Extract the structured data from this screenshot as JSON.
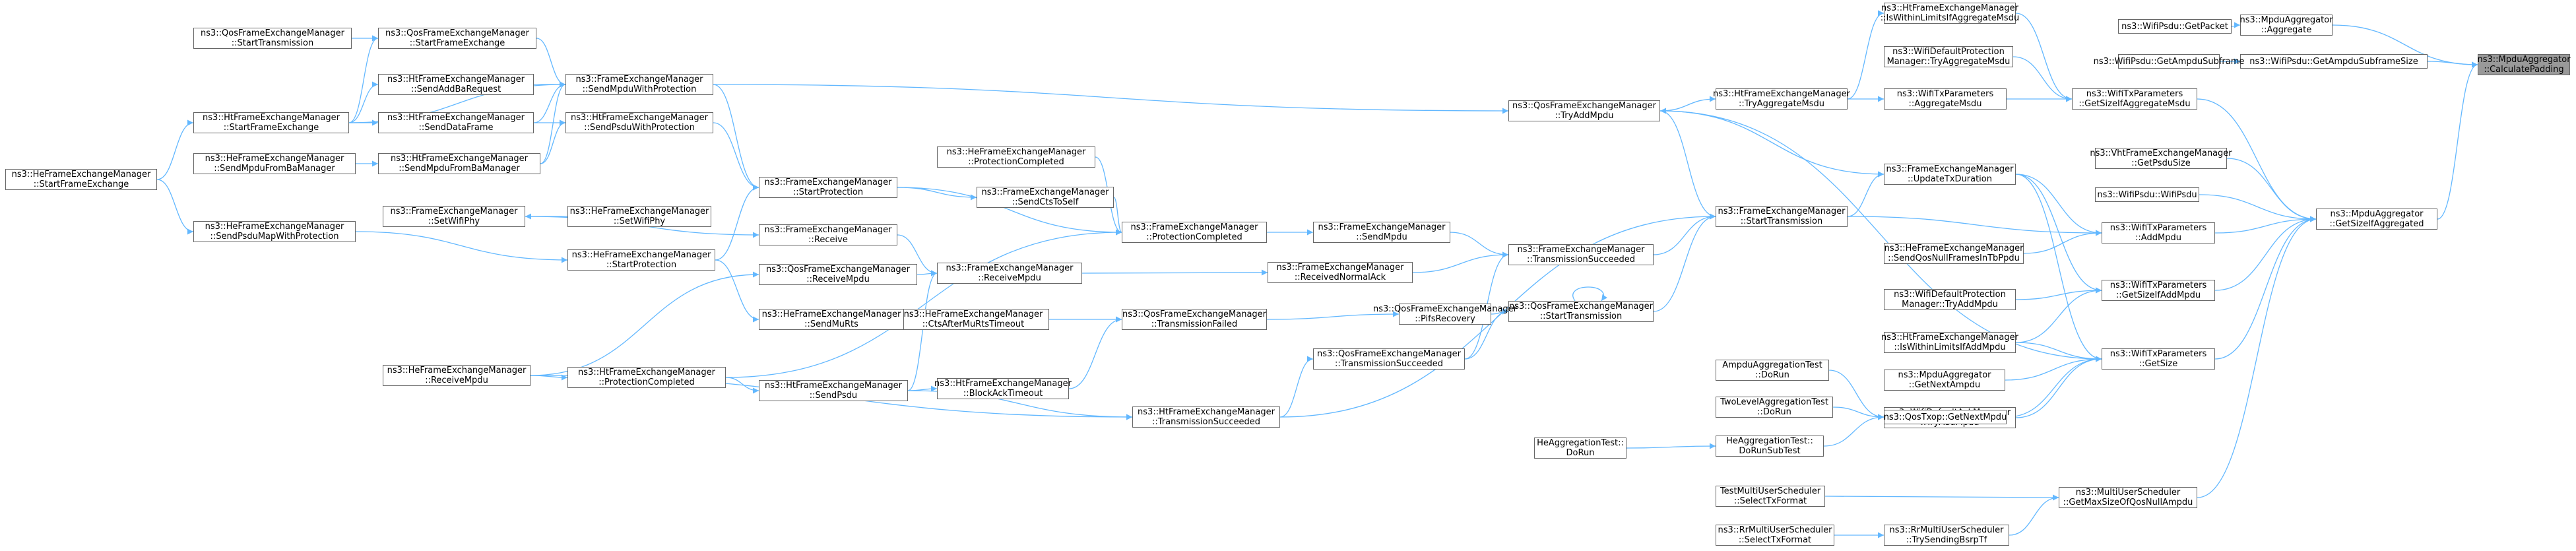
{
  "diagram": {
    "type": "call-graph",
    "accent_color": "#63b8ff",
    "root_fill": "#999999",
    "nodes": [
      {
        "id": "root",
        "lines": [
          "ns3::MpduAggregator",
          "::CalculatePadding"
        ],
        "root": true
      },
      {
        "id": "agg",
        "lines": [
          "ns3::MpduAggregator",
          "::Aggregate"
        ]
      },
      {
        "id": "getAmpduSize",
        "lines": [
          "ns3::WifiPsdu::GetAmpduSubframeSize"
        ]
      },
      {
        "id": "getSizeIfAgg",
        "lines": [
          "ns3::MpduAggregator",
          "::GetSizeIfAggregated"
        ]
      },
      {
        "id": "getPacket",
        "lines": [
          "ns3::WifiPsdu::GetPacket"
        ]
      },
      {
        "id": "getAmpduSub",
        "lines": [
          "ns3::WifiPsdu::GetAmpduSubframe"
        ]
      },
      {
        "id": "isWithin",
        "lines": [
          "ns3::HtFrameExchangeManager",
          "::IsWithinLimitsIfAggregateMsdu"
        ]
      },
      {
        "id": "wdpTryAgg",
        "lines": [
          "ns3::WifiDefaultProtection",
          "Manager::TryAggregateMsdu"
        ]
      },
      {
        "id": "getSizeIfAggMsdu",
        "lines": [
          "ns3::WifiTxParameters",
          "::GetSizeIfAggregateMsdu"
        ]
      },
      {
        "id": "aggMsdu",
        "lines": [
          "ns3::WifiTxParameters",
          "::AggregateMsdu"
        ]
      },
      {
        "id": "htTryAggMsdu",
        "lines": [
          "ns3::HtFrameExchangeManager",
          "::TryAggregateMsdu"
        ]
      },
      {
        "id": "vhtGetPsdu",
        "lines": [
          "ns3::VhtFrameExchangeManager",
          "::GetPsduSize"
        ]
      },
      {
        "id": "wifiPsdu",
        "lines": [
          "ns3::WifiPsdu::WifiPsdu"
        ]
      },
      {
        "id": "addMpdu",
        "lines": [
          "ns3::WifiTxParameters",
          "::AddMpdu"
        ]
      },
      {
        "id": "sendQosNull",
        "lines": [
          "ns3::HeFrameExchangeManager",
          "::SendQosNullFramesInTbPpdu"
        ]
      },
      {
        "id": "getSizeIfAddMpdu",
        "lines": [
          "ns3::WifiTxParameters",
          "::GetSizeIfAddMpdu"
        ]
      },
      {
        "id": "wdpTryAddMpdu",
        "lines": [
          "ns3::WifiDefaultProtection",
          "Manager::TryAddMpdu"
        ]
      },
      {
        "id": "isWithinAdd",
        "lines": [
          "ns3::HtFrameExchangeManager",
          "::IsWithinLimitsIfAddMpdu"
        ]
      },
      {
        "id": "getSize",
        "lines": [
          "ns3::WifiTxParameters",
          "::GetSize"
        ]
      },
      {
        "id": "mpduGetNext",
        "lines": [
          "ns3::MpduAggregator",
          "::GetNextAmpdu"
        ]
      },
      {
        "id": "wdaTryAdd",
        "lines": [
          "ns3::WifiDefaultAckManager",
          "::TryAddMpdu"
        ]
      },
      {
        "id": "qosGetNext",
        "lines": [
          "ns3::QosTxop::GetNextMpdu"
        ]
      },
      {
        "id": "ampduTest",
        "lines": [
          "AmpduAggregationTest",
          "::DoRun"
        ]
      },
      {
        "id": "twoLevel",
        "lines": [
          "TwoLevelAggregationTest",
          "::DoRun"
        ]
      },
      {
        "id": "heAggSub",
        "lines": [
          "HeAggregationTest::",
          "DoRunSubTest"
        ]
      },
      {
        "id": "heAggRun",
        "lines": [
          "HeAggregationTest::",
          "DoRun"
        ]
      },
      {
        "id": "getMaxSize",
        "lines": [
          "ns3::MultiUserScheduler",
          "::GetMaxSizeOfQosNullAmpdu"
        ]
      },
      {
        "id": "testMulti",
        "lines": [
          "TestMultiUserScheduler",
          "::SelectTxFormat"
        ]
      },
      {
        "id": "rrTrySend",
        "lines": [
          "ns3::RrMultiUserScheduler",
          "::TrySendingBsrpTf"
        ]
      },
      {
        "id": "rrSelect",
        "lines": [
          "ns3::RrMultiUserScheduler",
          "::SelectTxFormat"
        ]
      },
      {
        "id": "qosTryAddMpdu",
        "lines": [
          "ns3::QosFrameExchangeManager",
          "::TryAddMpdu"
        ]
      },
      {
        "id": "updateTx",
        "lines": [
          "ns3::FrameExchangeManager",
          "::UpdateTxDuration"
        ]
      },
      {
        "id": "startTx",
        "lines": [
          "ns3::FrameExchangeManager",
          "::StartTransmission"
        ]
      },
      {
        "id": "txSucceeded",
        "lines": [
          "ns3::FrameExchangeManager",
          "::TransmissionSucceeded"
        ]
      },
      {
        "id": "qosStartTx",
        "lines": [
          "ns3::QosFrameExchangeManager",
          "::StartTransmission"
        ]
      },
      {
        "id": "qosTxSucc",
        "lines": [
          "ns3::QosFrameExchangeManager",
          "::TransmissionSucceeded"
        ]
      },
      {
        "id": "pifs",
        "lines": [
          "ns3::QosFrameExchangeManager",
          "::PifsRecovery"
        ]
      },
      {
        "id": "htTxSucc",
        "lines": [
          "ns3::HtFrameExchangeManager",
          "::TransmissionSucceeded"
        ]
      },
      {
        "id": "sendMpdu",
        "lines": [
          "ns3::FrameExchangeManager",
          "::SendMpdu"
        ]
      },
      {
        "id": "protCompleted",
        "lines": [
          "ns3::FrameExchangeManager",
          "::ProtectionCompleted"
        ]
      },
      {
        "id": "recvNormalAck",
        "lines": [
          "ns3::FrameExchangeManager",
          "::ReceivedNormalAck"
        ]
      },
      {
        "id": "receiveMpdu",
        "lines": [
          "ns3::FrameExchangeManager",
          "::ReceiveMpdu"
        ]
      },
      {
        "id": "qosTxFailed",
        "lines": [
          "ns3::QosFrameExchangeManager",
          "::TransmissionFailed"
        ]
      },
      {
        "id": "htProtCompletedTop",
        "lines": [
          "ns3::HeFrameExchangeManager",
          "::ProtectionCompleted"
        ]
      },
      {
        "id": "sendCts",
        "lines": [
          "ns3::FrameExchangeManager",
          "::SendCtsToSelf"
        ]
      },
      {
        "id": "startProt",
        "lines": [
          "ns3::FrameExchangeManager",
          "::StartProtection"
        ]
      },
      {
        "id": "receive",
        "lines": [
          "ns3::FrameExchangeManager",
          "::Receive"
        ]
      },
      {
        "id": "ctsAfterMu",
        "lines": [
          "ns3::HeFrameExchangeManager",
          "::CtsAfterMuRtsTimeout"
        ]
      },
      {
        "id": "blockAck",
        "lines": [
          "ns3::HtFrameExchangeManager",
          "::BlockAckTimeout"
        ]
      },
      {
        "id": "sendMpduProt",
        "lines": [
          "ns3::FrameExchangeManager",
          "::SendMpduWithProtection"
        ]
      },
      {
        "id": "sendPsduProt",
        "lines": [
          "ns3::HtFrameExchangeManager",
          "::SendPsduWithProtection"
        ]
      },
      {
        "id": "qosRecvMpdu",
        "lines": [
          "ns3::QosFrameExchangeManager",
          "::ReceiveMpdu"
        ]
      },
      {
        "id": "sendMuRts",
        "lines": [
          "ns3::HeFrameExchangeManager",
          "::SendMuRts"
        ]
      },
      {
        "id": "htProtCompleted",
        "lines": [
          "ns3::HtFrameExchangeManager",
          "::ProtectionCompleted"
        ]
      },
      {
        "id": "htSendPsdu",
        "lines": [
          "ns3::HtFrameExchangeManager",
          "::SendPsdu"
        ]
      },
      {
        "id": "setWifiPhy",
        "lines": [
          "ns3::FrameExchangeManager",
          "::SetWifiPhy"
        ]
      },
      {
        "id": "heSetWifiPhy",
        "lines": [
          "ns3::HeFrameExchangeManager",
          "::SetWifiPhy"
        ]
      },
      {
        "id": "heStartProt",
        "lines": [
          "ns3::HeFrameExchangeManager",
          "::StartProtection"
        ]
      },
      {
        "id": "heRecvMpdu",
        "lines": [
          "ns3::HeFrameExchangeManager",
          "::ReceiveMpdu"
        ]
      },
      {
        "id": "qosStartFe",
        "lines": [
          "ns3::QosFrameExchangeManager",
          "::StartFrameExchange"
        ]
      },
      {
        "id": "qosStartTxOp",
        "lines": [
          "ns3::QosFrameExchangeManager",
          "::StartTransmission"
        ]
      },
      {
        "id": "sendAddBa",
        "lines": [
          "ns3::HtFrameExchangeManager",
          "::SendAddBaRequest"
        ]
      },
      {
        "id": "sendDataFrame",
        "lines": [
          "ns3::HtFrameExchangeManager",
          "::SendDataFrame"
        ]
      },
      {
        "id": "sendMpduFromBa",
        "lines": [
          "ns3::HtFrameExchangeManager",
          "::SendMpduFromBaManager"
        ]
      },
      {
        "id": "htStartFe",
        "lines": [
          "ns3::HtFrameExchangeManager",
          "::StartFrameExchange"
        ]
      },
      {
        "id": "heSendMpduFromBa",
        "lines": [
          "ns3::HeFrameExchangeManager",
          "::SendMpduFromBaManager"
        ]
      },
      {
        "id": "heSendPsduMap",
        "lines": [
          "ns3::HeFrameExchangeManager",
          "::SendPsduMapWithProtection"
        ]
      },
      {
        "id": "heStartFe",
        "lines": [
          "ns3::HeFrameExchangeManager",
          "::StartFrameExchange"
        ]
      }
    ],
    "edges": [
      [
        "agg",
        "root"
      ],
      [
        "getAmpduSize",
        "root"
      ],
      [
        "getSizeIfAgg",
        "root"
      ],
      [
        "getPacket",
        "agg"
      ],
      [
        "getAmpduSub",
        "getAmpduSize"
      ],
      [
        "isWithin",
        "getSizeIfAggMsdu"
      ],
      [
        "wdpTryAgg",
        "getSizeIfAggMsdu"
      ],
      [
        "aggMsdu",
        "getSizeIfAggMsdu"
      ],
      [
        "getSizeIfAggMsdu",
        "getSizeIfAgg"
      ],
      [
        "htTryAggMsdu",
        "isWithin"
      ],
      [
        "htTryAggMsdu",
        "aggMsdu"
      ],
      [
        "qosTryAddMpdu",
        "htTryAggMsdu"
      ],
      [
        "vhtGetPsdu",
        "getSizeIfAgg"
      ],
      [
        "wifiPsdu",
        "getSizeIfAgg"
      ],
      [
        "addMpdu",
        "getSizeIfAgg"
      ],
      [
        "getSizeIfAddMpdu",
        "getSizeIfAgg"
      ],
      [
        "getSize",
        "getSizeIfAgg"
      ],
      [
        "getMaxSize",
        "getSizeIfAgg"
      ],
      [
        "sendQosNull",
        "addMpdu"
      ],
      [
        "startTx",
        "addMpdu"
      ],
      [
        "updateTx",
        "addMpdu"
      ],
      [
        "wdpTryAddMpdu",
        "getSizeIfAddMpdu"
      ],
      [
        "isWithinAdd",
        "getSizeIfAddMpdu"
      ],
      [
        "updateTx",
        "getSizeIfAddMpdu"
      ],
      [
        "isWithinAdd",
        "getSize"
      ],
      [
        "mpduGetNext",
        "getSize"
      ],
      [
        "wdaTryAdd",
        "getSize"
      ],
      [
        "qosGetNext",
        "getSize"
      ],
      [
        "updateTx",
        "getSize"
      ],
      [
        "qosTryAddMpdu",
        "getSize"
      ],
      [
        "ampduTest",
        "qosGetNext"
      ],
      [
        "twoLevel",
        "qosGetNext"
      ],
      [
        "heAggSub",
        "qosGetNext"
      ],
      [
        "heAggRun",
        "heAggSub"
      ],
      [
        "testMulti",
        "getMaxSize"
      ],
      [
        "rrTrySend",
        "getMaxSize"
      ],
      [
        "rrSelect",
        "rrTrySend"
      ],
      [
        "qosTryAddMpdu",
        "updateTx"
      ],
      [
        "startTx",
        "updateTx"
      ],
      [
        "startTx",
        "qosTryAddMpdu"
      ],
      [
        "sendMpduProt",
        "qosTryAddMpdu"
      ],
      [
        "txSucceeded",
        "startTx"
      ],
      [
        "qosStartTx",
        "startTx"
      ],
      [
        "htTxSucc",
        "startTx"
      ],
      [
        "qosStartTx",
        "qosStartTx"
      ],
      [
        "qosTxSucc",
        "qosStartTx"
      ],
      [
        "pifs",
        "qosStartTx"
      ],
      [
        "qosTxSucc",
        "txSucceeded"
      ],
      [
        "sendMpdu",
        "txSucceeded"
      ],
      [
        "recvNormalAck",
        "txSucceeded"
      ],
      [
        "htTxSucc",
        "qosTxSucc"
      ],
      [
        "qosTxFailed",
        "pifs"
      ],
      [
        "protCompleted",
        "sendMpdu"
      ],
      [
        "receiveMpdu",
        "recvNormalAck"
      ],
      [
        "ctsAfterMu",
        "qosTxFailed"
      ],
      [
        "blockAck",
        "qosTxFailed"
      ],
      [
        "htProtCompleted",
        "protCompleted"
      ],
      [
        "startProt",
        "protCompleted"
      ],
      [
        "sendCts",
        "protCompleted"
      ],
      [
        "htProtCompletedTop",
        "protCompleted"
      ],
      [
        "receive",
        "receiveMpdu"
      ],
      [
        "qosRecvMpdu",
        "receiveMpdu"
      ],
      [
        "htSendPsdu",
        "receiveMpdu"
      ],
      [
        "sendMuRts",
        "ctsAfterMu"
      ],
      [
        "htSendPsdu",
        "blockAck"
      ],
      [
        "htSendPsdu",
        "htTxSucc"
      ],
      [
        "heRecvMpdu",
        "htTxSucc"
      ],
      [
        "startProt",
        "sendCts"
      ],
      [
        "sendMpduProt",
        "startProt"
      ],
      [
        "sendPsduProt",
        "startProt"
      ],
      [
        "heStartProt",
        "startProt"
      ],
      [
        "setWifiPhy",
        "receive"
      ],
      [
        "heSetWifiPhy",
        "setWifiPhy"
      ],
      [
        "qosStartFe",
        "sendMpduProt"
      ],
      [
        "sendAddBa",
        "sendMpduProt"
      ],
      [
        "sendDataFrame",
        "sendMpduProt"
      ],
      [
        "sendMpduFromBa",
        "sendMpduProt"
      ],
      [
        "htStartFe",
        "sendMpduProt"
      ],
      [
        "sendDataFrame",
        "sendPsduProt"
      ],
      [
        "sendMpduFromBa",
        "sendPsduProt"
      ],
      [
        "heRecvMpdu",
        "qosRecvMpdu"
      ],
      [
        "heStartProt",
        "sendMuRts"
      ],
      [
        "htProtCompleted",
        "htSendPsdu"
      ],
      [
        "heRecvMpdu",
        "htProtCompleted"
      ],
      [
        "heSendPsduMap",
        "heStartProt"
      ],
      [
        "qosStartTxOp",
        "qosStartFe"
      ],
      [
        "htStartFe",
        "qosStartFe"
      ],
      [
        "htStartFe",
        "sendAddBa"
      ],
      [
        "htStartFe",
        "sendDataFrame"
      ],
      [
        "heSendMpduFromBa",
        "sendMpduFromBa"
      ],
      [
        "heStartFe",
        "htStartFe"
      ],
      [
        "heStartFe",
        "heSendPsduMap"
      ]
    ]
  }
}
